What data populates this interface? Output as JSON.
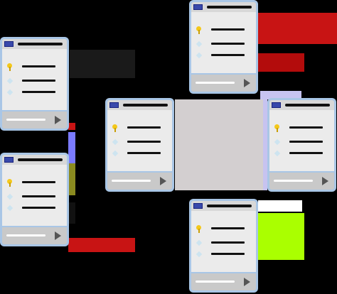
{
  "colors": {
    "background": "#000000",
    "window_frame": "#a9c6e6",
    "window_body": "#ebebeb",
    "accent_blue": "#3949ab",
    "red": "#c81414",
    "lime": "#aaff00",
    "dark_gray": "#1a1a1a",
    "pale_gray": "#d3cfd0",
    "lavender": "#c7c3f0",
    "blue_strip": "#7b7bff",
    "olive": "#8a8a20"
  },
  "windows": [
    {
      "id": "top-left",
      "rows": [
        "key-icon",
        "diamond-icon",
        "diamond-icon"
      ]
    },
    {
      "id": "mid-left",
      "rows": [
        "key-icon",
        "diamond-icon",
        "diamond-icon"
      ]
    },
    {
      "id": "center",
      "rows": [
        "key-icon",
        "diamond-icon",
        "diamond-icon"
      ]
    },
    {
      "id": "top-right",
      "rows": [
        "key-icon",
        "diamond-icon",
        "diamond-icon"
      ]
    },
    {
      "id": "right",
      "rows": [
        "key-icon",
        "diamond-icon",
        "diamond-icon"
      ]
    },
    {
      "id": "bottom-right",
      "rows": [
        "key-icon",
        "diamond-icon",
        "diamond-icon"
      ]
    }
  ]
}
